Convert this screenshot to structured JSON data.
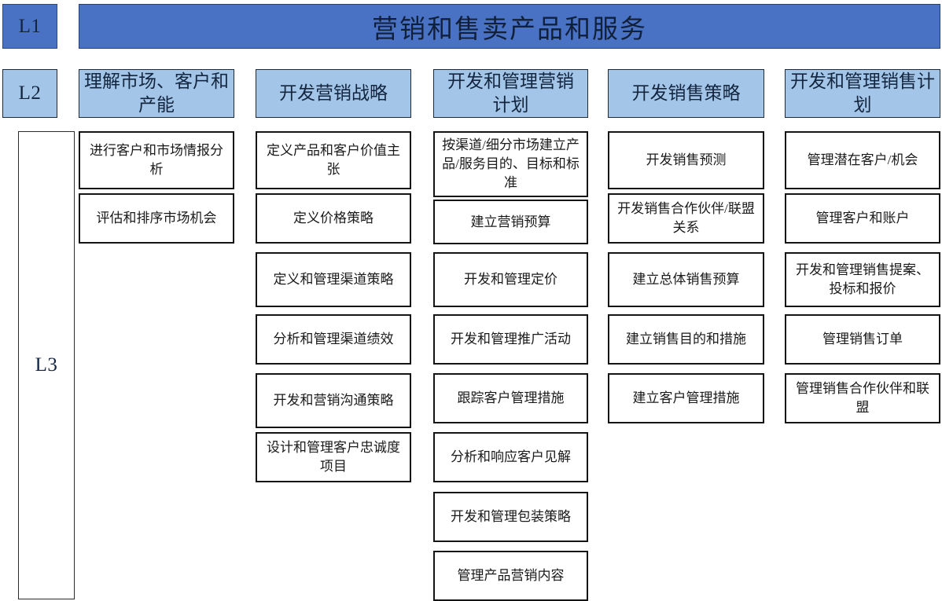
{
  "levels": {
    "l1_label": "L1",
    "l2_label": "L2",
    "l3_label": "L3"
  },
  "colors": {
    "l1_fill": "#4a72c4",
    "l2_fill": "#a3c6e8",
    "l3_fill": "#ffffff",
    "box_border": "#141414",
    "text": "#1a1a1a"
  },
  "l1": {
    "title": "营销和售卖产品和服务"
  },
  "columns": [
    {
      "id": "understand-markets",
      "l2_title": "理解市场、客户和产能",
      "activities": [
        "进行客户和市场情报分析",
        "评估和排序市场机会"
      ]
    },
    {
      "id": "develop-marketing-strategy",
      "l2_title": "开发营销战略",
      "activities": [
        "定义产品和客户价值主张",
        "定义价格策略",
        "定义和管理渠道策略",
        "分析和管理渠道绩效",
        "开发和营销沟通策略",
        "设计和管理客户忠诚度项目"
      ]
    },
    {
      "id": "develop-manage-marketing-plans",
      "l2_title": "开发和管理营销计划",
      "activities": [
        "按渠道/细分市场建立产品/服务目的、目标和标准",
        "建立营销预算",
        "开发和管理定价",
        "开发和管理推广活动",
        "跟踪客户管理措施",
        "分析和响应客户见解",
        "开发和管理包装策略",
        "管理产品营销内容"
      ]
    },
    {
      "id": "develop-sales-strategy",
      "l2_title": "开发销售策略",
      "activities": [
        "开发销售预测",
        "开发销售合作伙伴/联盟关系",
        "建立总体销售预算",
        "建立销售目的和措施",
        "建立客户管理措施"
      ]
    },
    {
      "id": "develop-manage-sales-plans",
      "l2_title": "开发和管理销售计划",
      "activities": [
        "管理潜在客户/机会",
        "管理客户和账户",
        "开发和管理销售提案、投标和报价",
        "管理销售订单",
        "管理销售合作伙伴和联盟"
      ]
    }
  ]
}
